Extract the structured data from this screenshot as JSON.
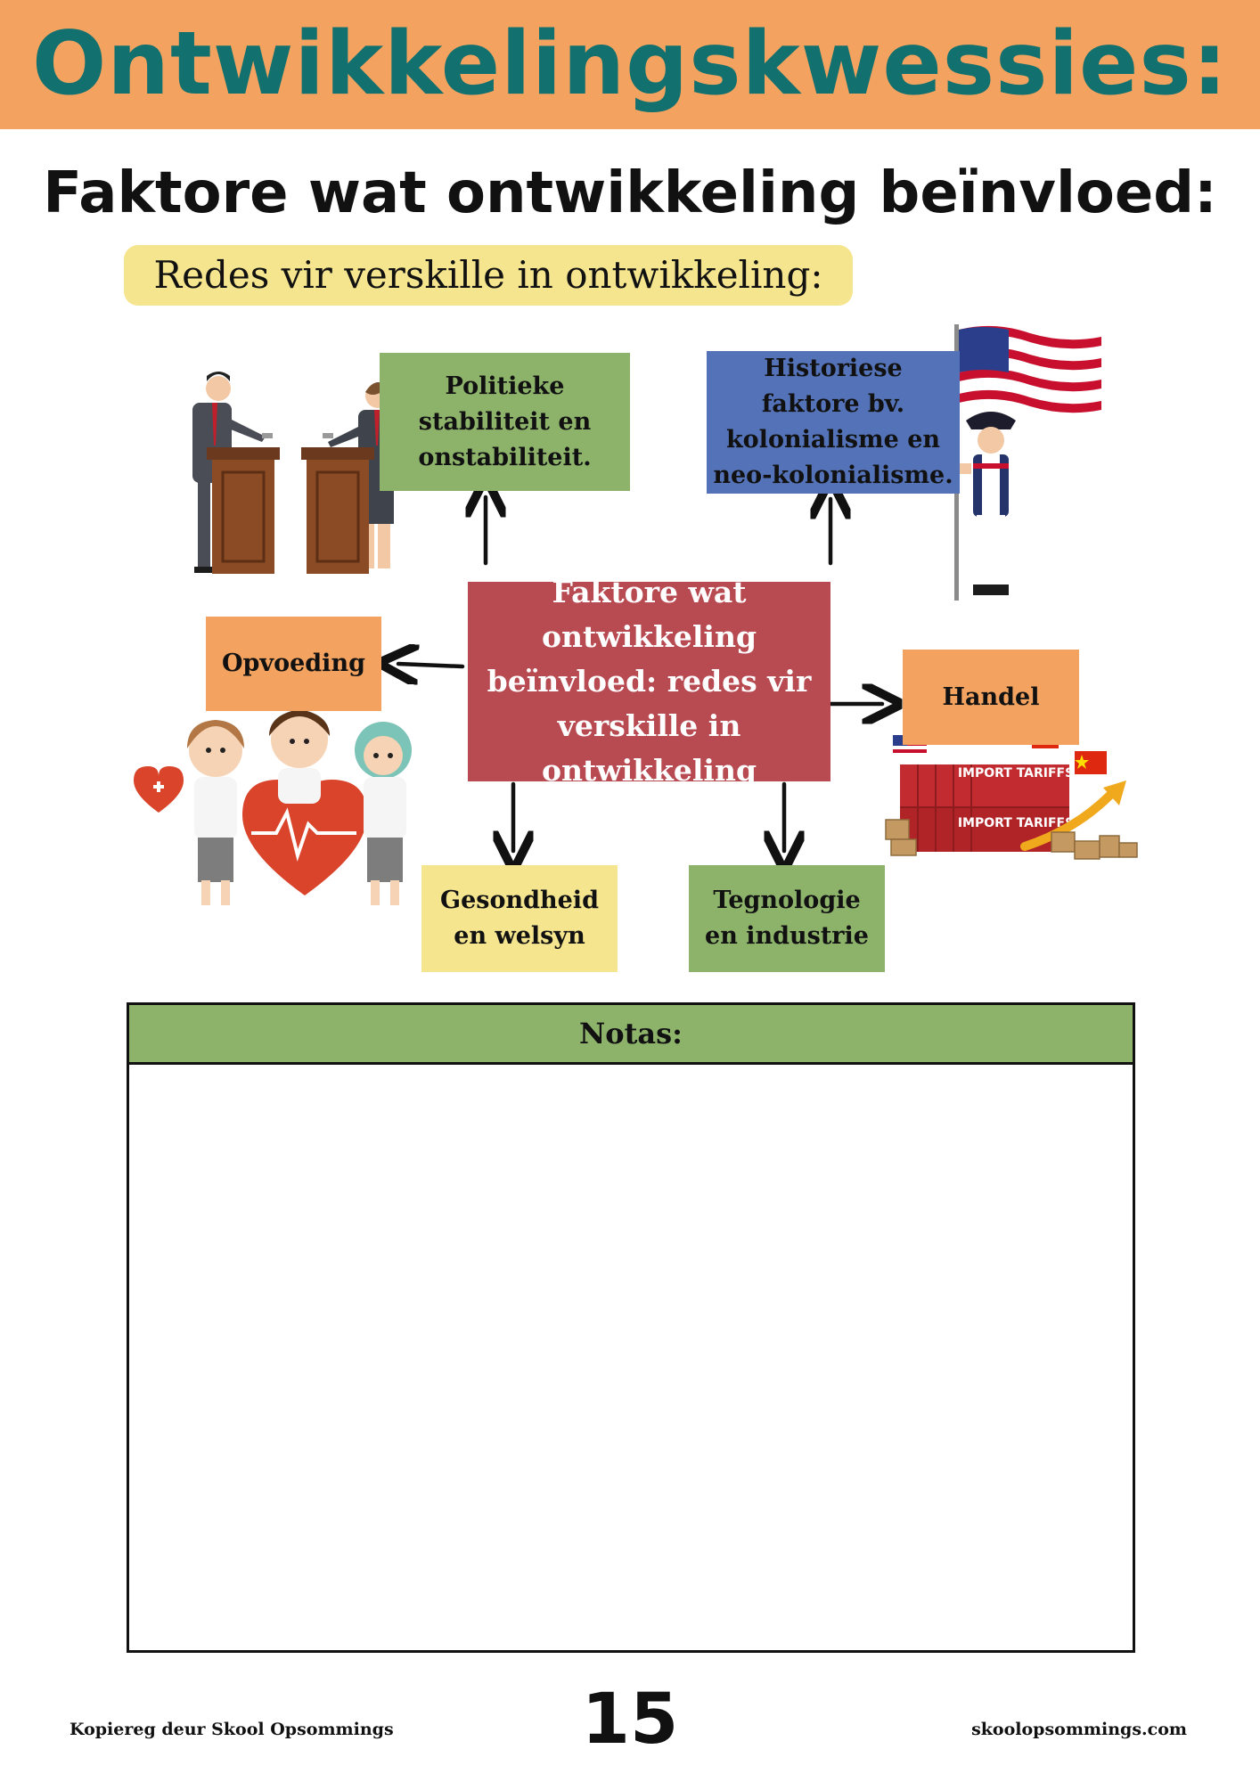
{
  "header": {
    "title": "Ontwikkelingskwessies:"
  },
  "subtitle": "Faktore wat ontwikkeling beïnvloed:",
  "section_label": "Redes vir verskille in ontwikkeling:",
  "diagram": {
    "center": "Faktore wat ontwikkeling beïnvloed: redes vir verskille in ontwikkeling",
    "nodes": {
      "politics": "Politieke stabiliteit en onstabiliteit.",
      "history": "Historiese faktore bv. kolonialisme en neo-kolonialisme.",
      "education": "Opvoeding",
      "trade": "Handel",
      "health": "Gesondheid en welsyn",
      "technology": "Tegnologie en industrie"
    },
    "illustrations": {
      "trade_container_text_1": "IMPORT TARIFFS",
      "trade_container_text_2": "IMPORT TARIFFS"
    },
    "colors": {
      "green": "#8db36b",
      "blue": "#5472b7",
      "orange": "#f3a35f",
      "yellow": "#f5e58e",
      "red": "#b84a52",
      "teal": "#12706f"
    }
  },
  "notes": {
    "heading": "Notas:"
  },
  "footer": {
    "copyright": "Kopiereg deur Skool Opsommings",
    "page_number": "15",
    "website": "skoolopsommings.com"
  }
}
